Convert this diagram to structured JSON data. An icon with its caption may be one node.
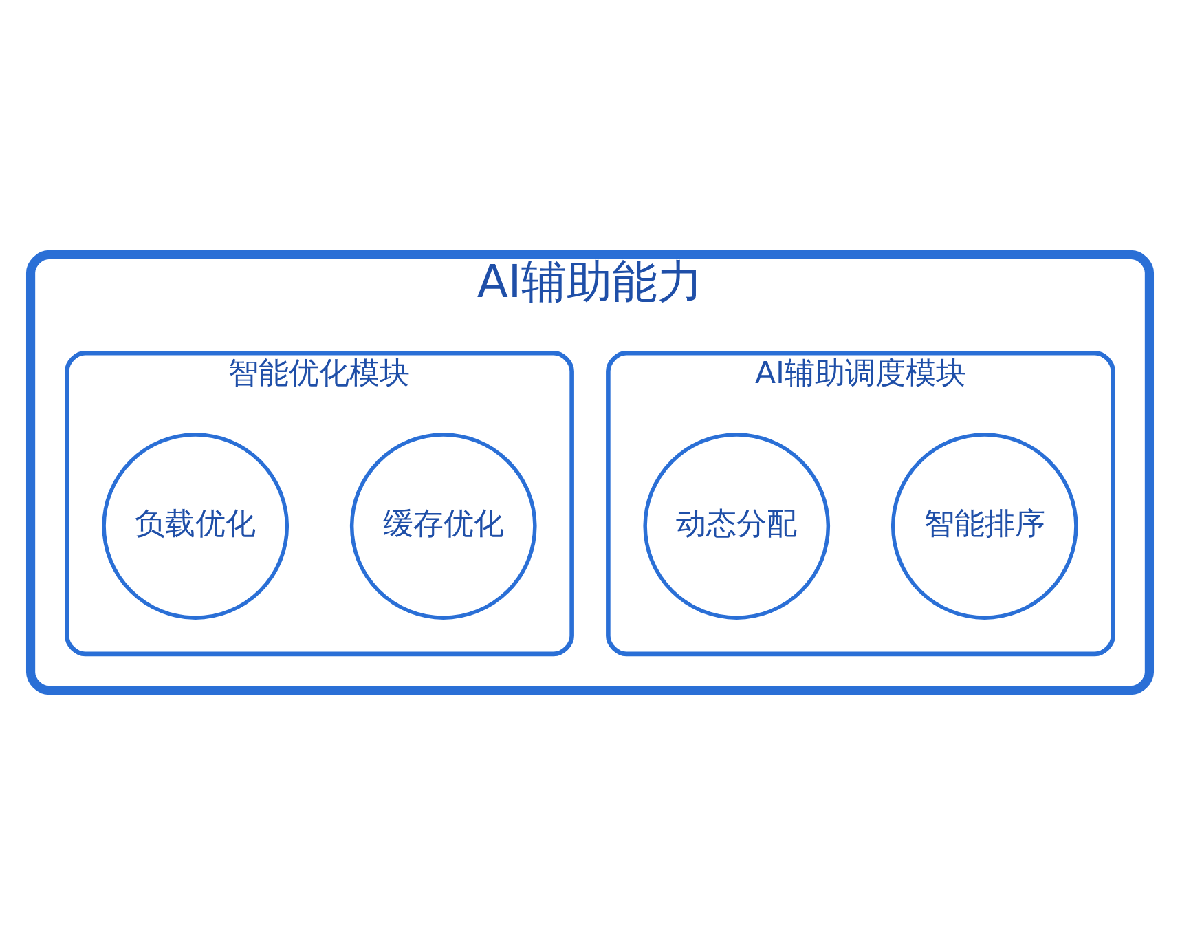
{
  "diagram": {
    "nodes": [
      {
        "text": [
          "AI辅助能力"
        ]
      },
      {
        "text": [
          "AI辅助调度模块"
        ],
        "in": 0
      },
      {
        "text": [
          "智能排序"
        ],
        "in": 1
      },
      {
        "text": [
          "动态分配"
        ],
        "in": 1
      },
      {
        "text": [
          "智能优化模块"
        ],
        "in": 0
      },
      {
        "text": [
          "缓存优化"
        ],
        "in": 4
      },
      {
        "text": [
          "负载优化"
        ],
        "in": 4
      }
    ],
    "edges": []
  }
}
